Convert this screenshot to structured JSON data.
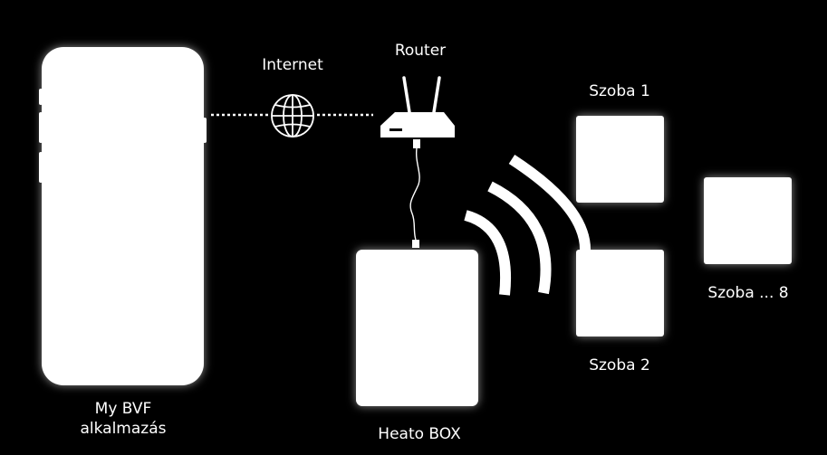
{
  "labels": {
    "internet": "Internet",
    "router": "Router",
    "app_line1": "My BVF",
    "app_line2": "alkalmazás",
    "heato_box": "Heato BOX",
    "room1": "Szoba 1",
    "room2": "Szoba 2",
    "room8": "Szoba ... 8"
  },
  "colors": {
    "background": "#000000",
    "foreground": "#ffffff"
  },
  "icons": {
    "globe": "globe-icon",
    "router": "router-icon",
    "wifi": "wifi-signal-icon"
  }
}
